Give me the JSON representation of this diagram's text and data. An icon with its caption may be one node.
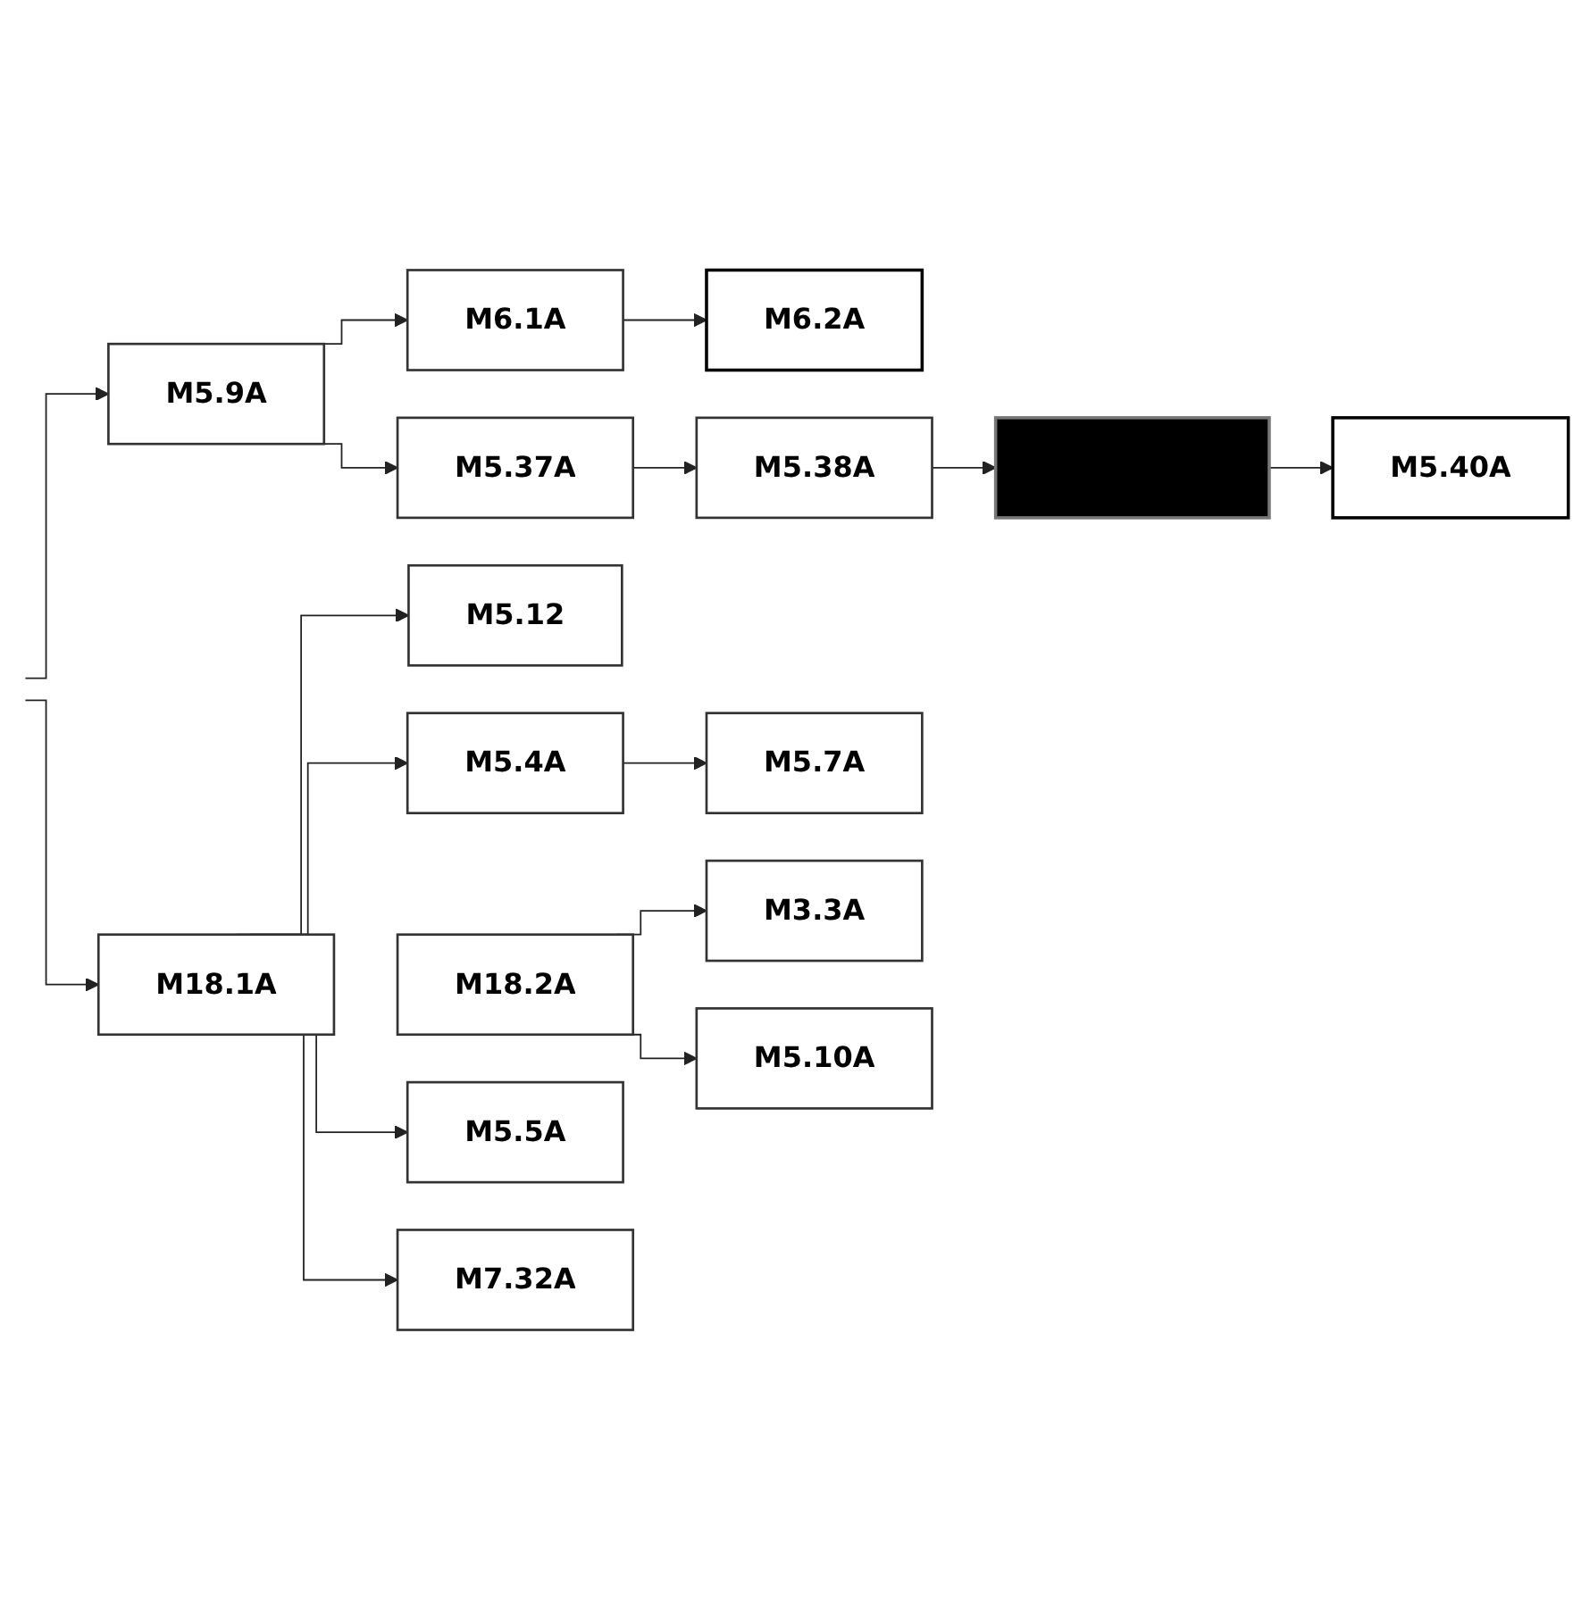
{
  "diagram": {
    "nodes": [
      {
        "text": [
          "M6.1A"
        ]
      },
      {
        "text": [
          "M6.2A"
        ]
      },
      {
        "text": [
          "M5.9A"
        ]
      },
      {
        "text": [
          "M5.37A"
        ]
      },
      {
        "text": [
          "M5.38A"
        ]
      },
      {
        "text": [],
        "shape": "box"
      },
      {
        "text": [
          "M5.40A"
        ]
      },
      {
        "text": [
          "M18.1A"
        ]
      },
      {
        "text": [
          "M5.12"
        ]
      },
      {
        "text": [
          "M5.4A"
        ]
      },
      {
        "text": [
          "M5.7A"
        ]
      },
      {
        "text": [
          "M18.2A"
        ]
      },
      {
        "text": [
          "M3.3A"
        ]
      },
      {
        "text": [
          "M5.5A"
        ]
      },
      {
        "text": [
          "M5.10A"
        ]
      },
      {
        "text": [
          "M7.32A"
        ]
      }
    ],
    "edges": [
      {
        "from": null,
        "to": 2,
        "arrow": "to"
      },
      {
        "from": null,
        "to": 7,
        "arrow": "to"
      },
      {
        "from": 2,
        "to": 0,
        "arrow": "to"
      },
      {
        "from": 2,
        "to": 3,
        "arrow": "to"
      },
      {
        "from": 0,
        "to": 1,
        "arrow": "to"
      },
      {
        "from": 3,
        "to": 4,
        "arrow": "to"
      },
      {
        "from": 4,
        "to": 5,
        "arrow": "to"
      },
      {
        "from": 5,
        "to": 6,
        "arrow": "to"
      },
      {
        "from": 7,
        "to": 8,
        "arrow": "to"
      },
      {
        "from": 7,
        "to": 9,
        "arrow": "to"
      },
      {
        "from": 7,
        "to": 13,
        "arrow": "to"
      },
      {
        "from": 7,
        "to": 15,
        "arrow": "to"
      },
      {
        "from": 9,
        "to": 10,
        "arrow": "to"
      },
      {
        "from": 11,
        "to": 12,
        "arrow": "to"
      },
      {
        "from": 11,
        "to": 14,
        "arrow": "to"
      }
    ]
  }
}
